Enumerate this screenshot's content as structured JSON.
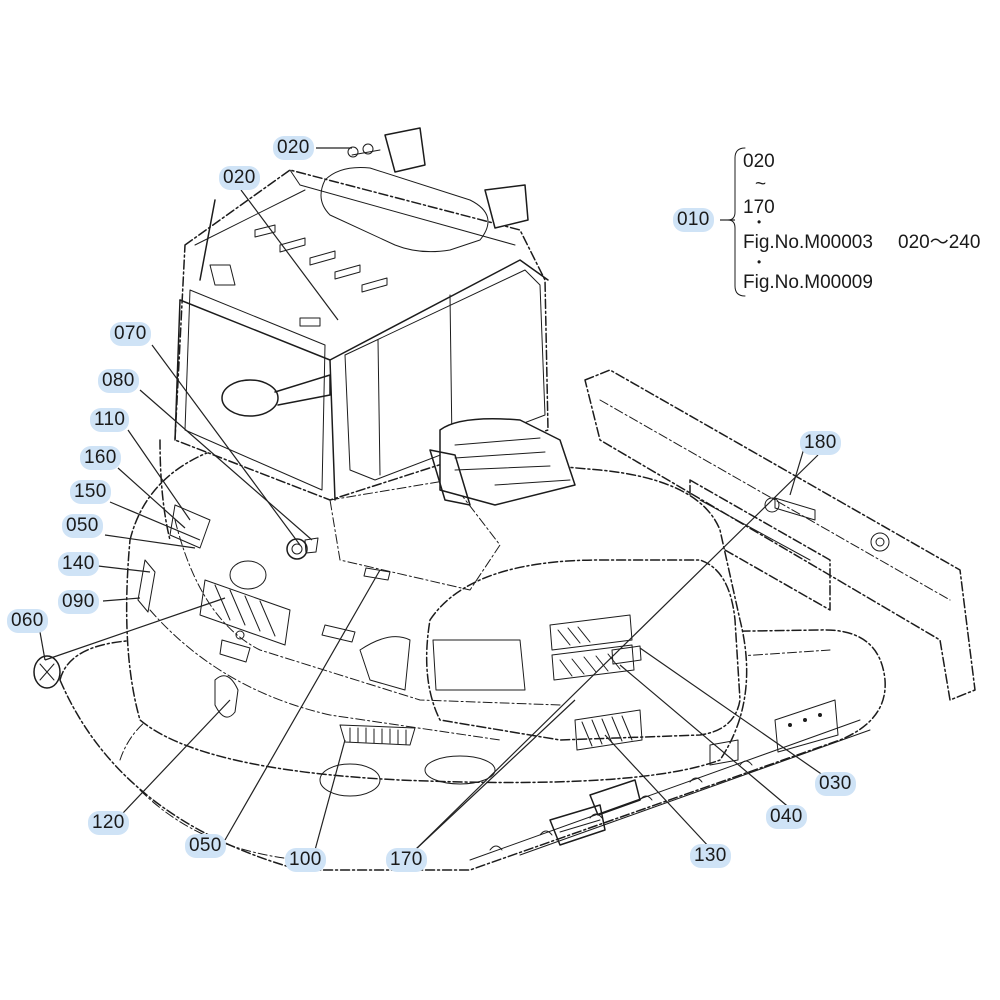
{
  "callouts": {
    "c020_top": "020",
    "c020_cab": "020",
    "c010": "010",
    "c070": "070",
    "c080": "080",
    "c110": "110",
    "c160": "160",
    "c150": "150",
    "c050_left": "050",
    "c140": "140",
    "c090": "090",
    "c060": "060",
    "c120": "120",
    "c050_bottom": "050",
    "c100": "100",
    "c170": "170",
    "c180": "180",
    "c030": "030",
    "c040": "040",
    "c130": "130"
  },
  "bracket_note": {
    "range_start": "020",
    "tilde": "~",
    "range_end": "170",
    "fig_ref_1": "Fig.No.M00003",
    "fig_range": "020～240",
    "fig_ref_2": "Fig.No.M00009"
  }
}
